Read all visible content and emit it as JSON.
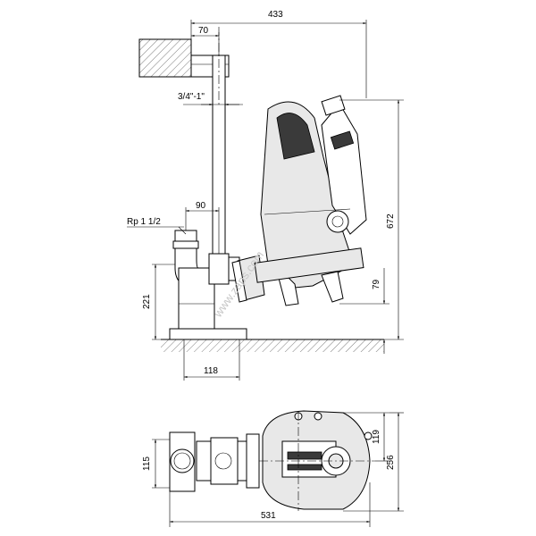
{
  "dimensions": {
    "overall_width_top": "433",
    "bracket_offset": "70",
    "guide_pipe_size": "3/4\"-1\"",
    "discharge_offset": "90",
    "thread_label": "Rp 1 1/2",
    "base_height": "221",
    "base_width": "118",
    "pump_height": "672",
    "bottom_clearance": "79",
    "plan_overall_width": "531",
    "plan_depth": "256",
    "plan_half_depth": "119",
    "plan_side": "115"
  },
  "watermark": "www.zaps.com"
}
